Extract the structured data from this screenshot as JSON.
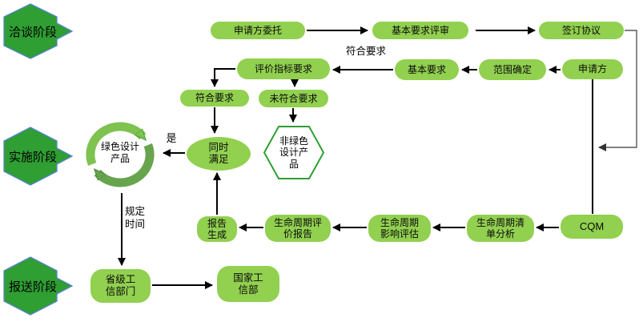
{
  "diagram_type": "flowchart",
  "language": "zh-CN",
  "phases": {
    "negotiation": {
      "label": "洽谈阶段"
    },
    "implementation": {
      "label": "实施阶段"
    },
    "submission": {
      "label": "报送阶段"
    }
  },
  "nodes": {
    "entrust": {
      "label": "申请方委托"
    },
    "basic_review": {
      "label": "基本要求评审"
    },
    "sign_agreement": {
      "label": "签订协议"
    },
    "eval_indicator": {
      "label": "评价指标要求"
    },
    "basic_req": {
      "label": "基本要求"
    },
    "scope_confirm": {
      "label": "范围确定"
    },
    "applicant": {
      "label": "申请方"
    },
    "meets_req": {
      "label": "符合要求"
    },
    "not_meets_req": {
      "label": "未符合要求"
    },
    "both_satisfied": {
      "label": "同时满足"
    },
    "non_green_product": {
      "label": "非绿色设计产品"
    },
    "green_product": {
      "label": "绿色设计产品"
    },
    "report_generated": {
      "label": "报告生成"
    },
    "lca_report": {
      "label": "生命周期评价报告"
    },
    "lca_impact": {
      "label": "生命周期影响评估"
    },
    "lca_inventory": {
      "label": "生命周期清单分析"
    },
    "cqm": {
      "label": "CQM"
    },
    "provincial_dept": {
      "label": "省级工信部门"
    },
    "national_dept": {
      "label": "国家工信部"
    }
  },
  "labels": {
    "meets_req_edge": "符合要求",
    "yes": "是",
    "specified_time": "规定时间"
  },
  "edges": [
    {
      "from": "entrust",
      "to": "basic_review"
    },
    {
      "from": "basic_review",
      "to": "sign_agreement"
    },
    {
      "from": "sign_agreement",
      "to": "cqm"
    },
    {
      "from": "applicant",
      "to": "scope_confirm"
    },
    {
      "from": "scope_confirm",
      "to": "basic_req"
    },
    {
      "from": "basic_req",
      "to": "eval_indicator",
      "label": "符合要求"
    },
    {
      "from": "eval_indicator",
      "to": "meets_req"
    },
    {
      "from": "eval_indicator",
      "to": "not_meets_req"
    },
    {
      "from": "meets_req",
      "to": "both_satisfied"
    },
    {
      "from": "not_meets_req",
      "to": "non_green_product"
    },
    {
      "from": "both_satisfied",
      "to": "green_product",
      "label": "是"
    },
    {
      "from": "green_product",
      "to": "provincial_dept",
      "label": "规定时间"
    },
    {
      "from": "provincial_dept",
      "to": "national_dept"
    },
    {
      "from": "applicant",
      "to": "cqm"
    },
    {
      "from": "cqm",
      "to": "lca_inventory"
    },
    {
      "from": "lca_inventory",
      "to": "lca_impact"
    },
    {
      "from": "lca_impact",
      "to": "lca_report"
    },
    {
      "from": "lca_report",
      "to": "report_generated"
    },
    {
      "from": "report_generated",
      "to": "both_satisfied"
    }
  ],
  "colors": {
    "bg": "#ffffff",
    "node_fill": "#92d050",
    "phase_fill": "#2f9e33",
    "phase_border": "#5585c8",
    "hex_outline": "#2f9e33",
    "cycle_light": "#7ec24f",
    "cycle_dark": "#68a44e",
    "arrow": "#000000",
    "connector_gray": "#595959"
  }
}
